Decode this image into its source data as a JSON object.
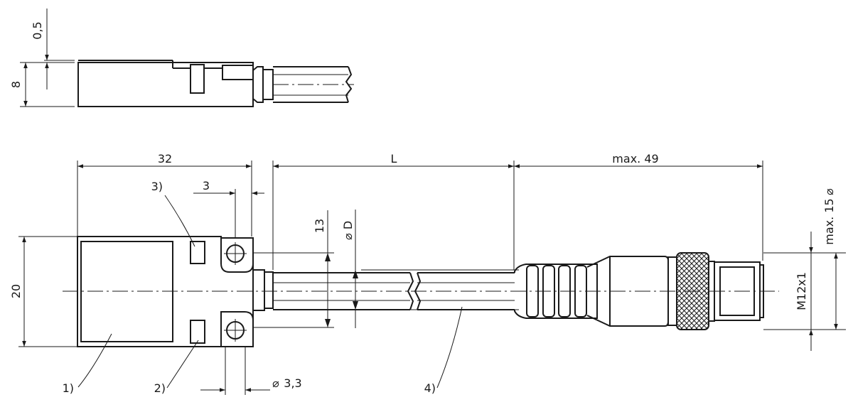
{
  "dimensions": {
    "cover_offset": "0,5",
    "side_height": "8",
    "body_length": "32",
    "hole_offset": "3",
    "height": "20",
    "hole_spacing": "13",
    "cable_diameter": "D",
    "hole_diameter": "3,3",
    "cable_length": "L",
    "connector_length": "max. 49",
    "thread": "M12x1",
    "connector_diameter": "max. 15"
  },
  "callouts": [
    "1)",
    "2)",
    "3)",
    "4)"
  ],
  "symbols": {
    "diameter": "⌀"
  }
}
